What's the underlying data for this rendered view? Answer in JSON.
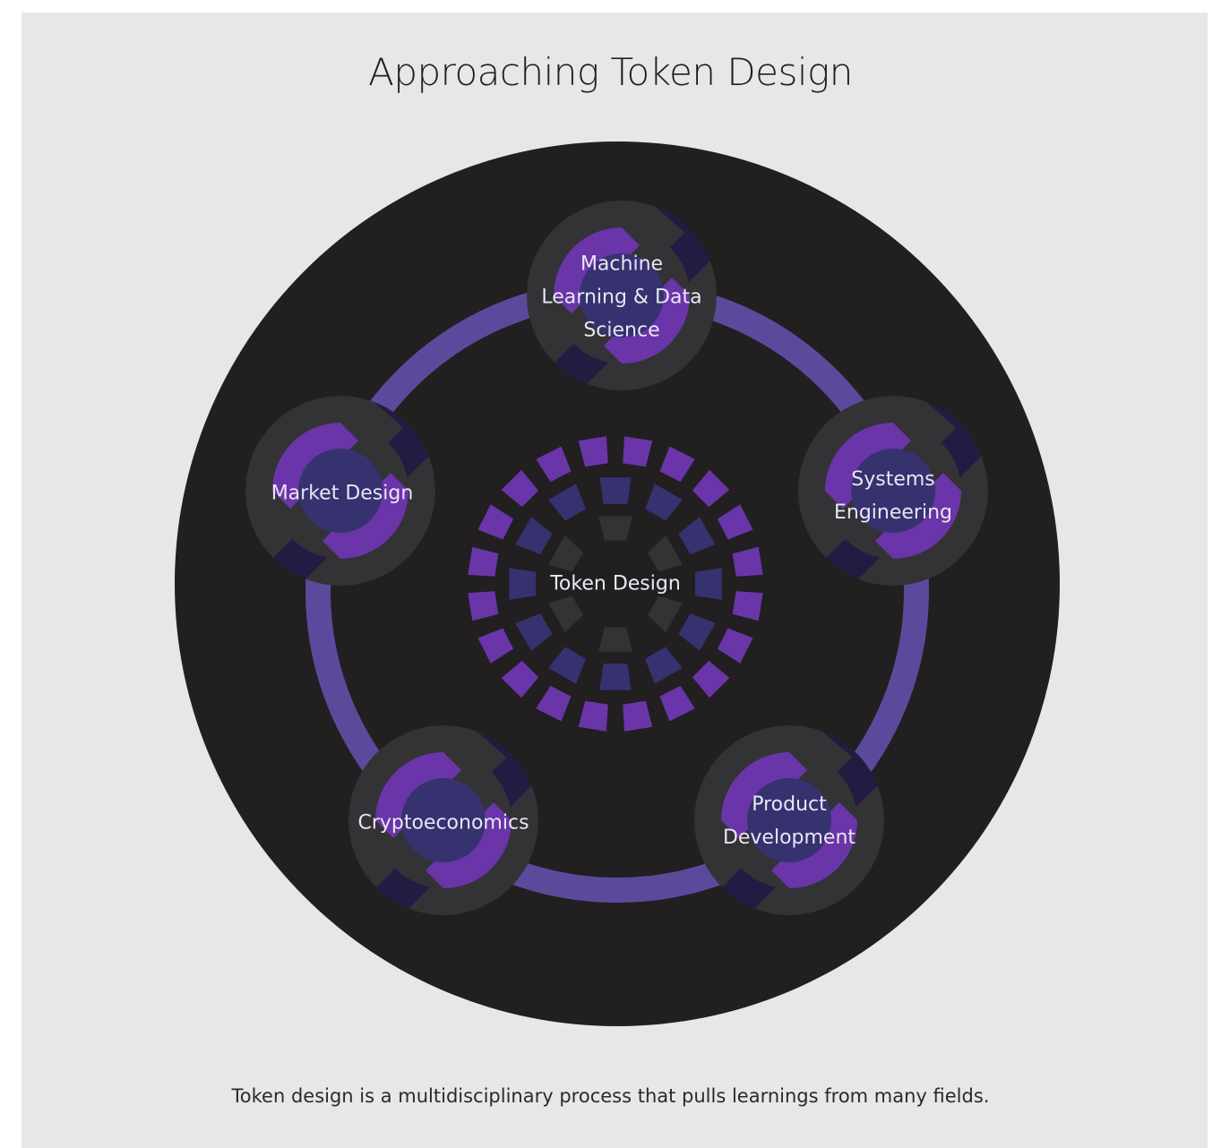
{
  "title": "Approaching Token Design",
  "caption": "Token design is a multidisciplinary process that pulls learnings from many fields.",
  "center": {
    "label": "Token Design"
  },
  "nodes": [
    {
      "id": "ml",
      "label": "Machine\nLearning & Data\nScience"
    },
    {
      "id": "systems",
      "label": "Systems\nEngineering"
    },
    {
      "id": "product",
      "label": "Product\nDevelopment"
    },
    {
      "id": "crypto",
      "label": "Cryptoeconomics"
    },
    {
      "id": "market",
      "label": "Market Design"
    }
  ],
  "colors": {
    "background": "#e6e7e9",
    "outer_circle": "#211f20",
    "ring": "#5b4a9c",
    "node_outer": "#221c42",
    "node_mid": "#333235",
    "node_accent": "#6a35a8",
    "node_inner": "#363270",
    "tick_outer": "#6a35a8",
    "tick_mid": "#363270",
    "tick_inner": "#333235"
  }
}
